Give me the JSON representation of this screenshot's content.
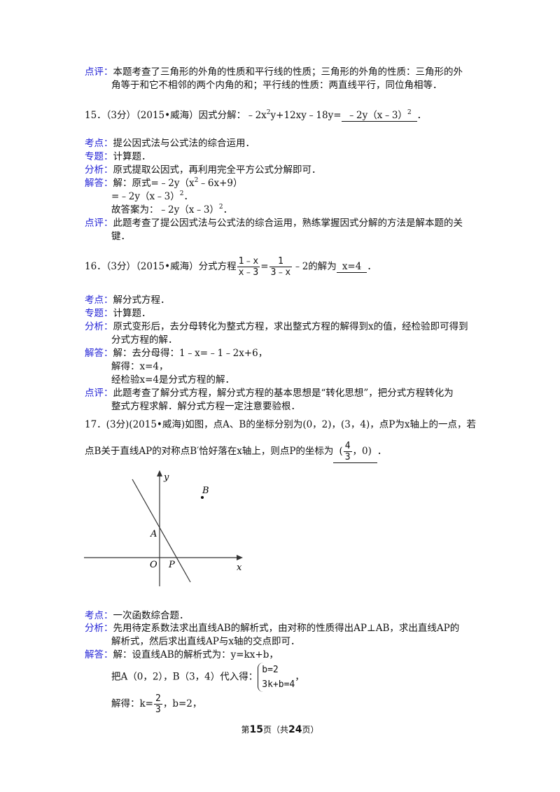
{
  "q14": {
    "review_label": "点评：",
    "review_lines": [
      "本题考查了三角形的外角的性质和平行线的性质；三角形的外角的性质：三角形的外",
      "角等于和它不相邻的两个内角的和；平行线的性质：两直线平行，同位角相等．"
    ]
  },
  "q15": {
    "stem_a": "15．（3分）（2015•威海）因式分解：﹣2x",
    "stem_sup": "2",
    "stem_b": "y+12xy﹣18y=",
    "answer": "﹣2y（x﹣3）",
    "answer_sup": "2",
    "end": "．",
    "kaodian_label": "考点：",
    "kaodian": "提公因式法与公式法的综合运用．",
    "zhuanti_label": "专题：",
    "zhuanti": "计算题．",
    "fenxi_label": "分析：",
    "fenxi": "原式提取公因式，再利用完全平方公式分解即可．",
    "jieda_label": "解答：",
    "sol1_a": "解：原式=﹣2y（x",
    "sol1_sup": "2",
    "sol1_b": "﹣6x+9）",
    "sol2_a": "=﹣2y（x﹣3）",
    "sol2_sup": "2",
    "sol2_b": "．",
    "sol3_a": "故答案为：﹣2y（x﹣3）",
    "sol3_sup": "2",
    "sol3_b": "．",
    "review_label": "点评：",
    "review_lines": [
      "此题考查了提公因式法与公式法的综合运用，熟练掌握因式分解的方法是解本题的关",
      "键．"
    ]
  },
  "q16": {
    "stem_a": "16．（3分）（2015•威海）分式方程",
    "frac1_num": "1﹣x",
    "frac1_den": "x﹣3",
    "eq": "=",
    "frac2_num": "1",
    "frac2_den": "3﹣x",
    "stem_b": "﹣2的解为",
    "answer": "x=4",
    "end": "．",
    "kaodian_label": "考点：",
    "kaodian": "解分式方程．",
    "zhuanti_label": "专题：",
    "zhuanti": "计算题．",
    "fenxi_label": "分析：",
    "fenxi_lines": [
      "原式变形后，去分母转化为整式方程，求出整式方程的解得到x的值，经检验即可得到",
      "分式方程的解．"
    ],
    "jieda_label": "解答：",
    "sol_lines": [
      "解：去分母得：1﹣x=﹣1﹣2x+6，",
      "解得：x=4，",
      "经检验x=4是分式方程的解．"
    ],
    "review_label": "点评：",
    "review_lines": [
      "此题考查了解分式方程，解分式方程的基本思想是“转化思想”，把分式方程转化为",
      "整式方程求解．解分式方程一定注意要验根．"
    ]
  },
  "q17": {
    "stem_line1": "17．(3分)(2015•威海)如图，点A、B的坐标分别为(0，2)，(3，4)，点P为x轴上的一点，若",
    "stem_line2": "点B关于直线AP的对称点B′恰好落在x轴上，则点P的坐标为",
    "answer_open": "(",
    "answer_num": "4",
    "answer_den": "3",
    "answer_rest": "，0)",
    "end": "．",
    "figure": {
      "label_y": "y",
      "label_x": "x",
      "label_o": "O",
      "label_a": "A",
      "label_b": "B",
      "label_p": "P"
    },
    "kaodian_label": "考点：",
    "kaodian": "一次函数综合题．",
    "fenxi_label": "分析：",
    "fenxi_lines": [
      "先用待定系数法求出直线AB的解析式，由对称的性质得出AP⊥AB，求出直线AP的",
      "解析式，然后求出直线AP与x轴的交点即可．"
    ],
    "jieda_label": "解答：",
    "sol1": "解：设直线AB的解析式为：y=kx+b，",
    "sol2": "把A（0，2），B（3，4）代入得：",
    "sys1": "b=2",
    "sys2": "3k+b=4",
    "sol2_end": "，",
    "sol3_a": "解得：k=",
    "sol3_num": "2",
    "sol3_den": "3",
    "sol3_b": "，b=2，"
  },
  "footer": {
    "a": "第",
    "page": "15",
    "b": "页（共",
    "total": "24",
    "c": "页）"
  },
  "colors": {
    "label": "#2323d6",
    "text": "#111111"
  }
}
